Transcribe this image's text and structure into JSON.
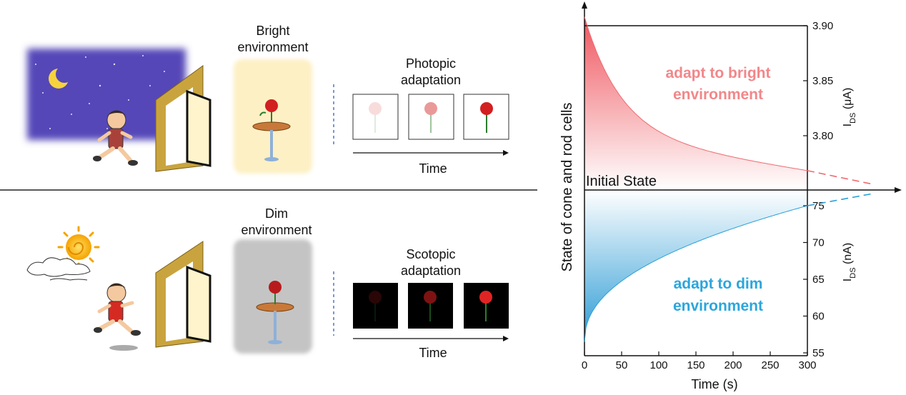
{
  "left_panel": {
    "top": {
      "environment_label_line1": "Bright",
      "environment_label_line2": "environment",
      "adaptation_label_line1": "Photopic",
      "adaptation_label_line2": "adaptation",
      "time_label": "Time",
      "frame_rose_opacity": [
        0.15,
        0.45,
        1.0
      ],
      "environment_color": "#fdf0c4",
      "background_color": "#5b4fbf"
    },
    "bottom": {
      "environment_label_line1": "Dim",
      "environment_label_line2": "environment",
      "adaptation_label_line1": "Scotopic",
      "adaptation_label_line2": "adaptation",
      "time_label": "Time",
      "frame_rose_opacity": [
        0.2,
        0.6,
        1.0
      ],
      "environment_color": "#c4c4c4"
    }
  },
  "chart": {
    "ylabel": "State of cone and rod cells",
    "xlabel": "Time (s)",
    "x_ticks": [
      "0",
      "50",
      "100",
      "150",
      "200",
      "250",
      "300"
    ],
    "initial_state_label": "Initial State",
    "right_top_axis": {
      "label_main": "I",
      "label_sub": "DS",
      "label_unit": " (μA)",
      "ticks": [
        "3.90",
        "3.85",
        "3.80"
      ],
      "tick_values": [
        3.9,
        3.85,
        3.8
      ]
    },
    "right_bottom_axis": {
      "label_main": "I",
      "label_sub": "DS",
      "label_unit": " (nA)",
      "ticks": [
        "75",
        "70",
        "65",
        "60",
        "55"
      ],
      "tick_values": [
        75,
        70,
        65,
        60,
        55
      ]
    },
    "bright_annotation_line1": "adapt to bright",
    "bright_annotation_line2": "environment",
    "dim_annotation_line1": "adapt to dim",
    "dim_annotation_line2": "environment",
    "bright_color": "#f07a7e",
    "dim_color": "#2ba6dd"
  }
}
